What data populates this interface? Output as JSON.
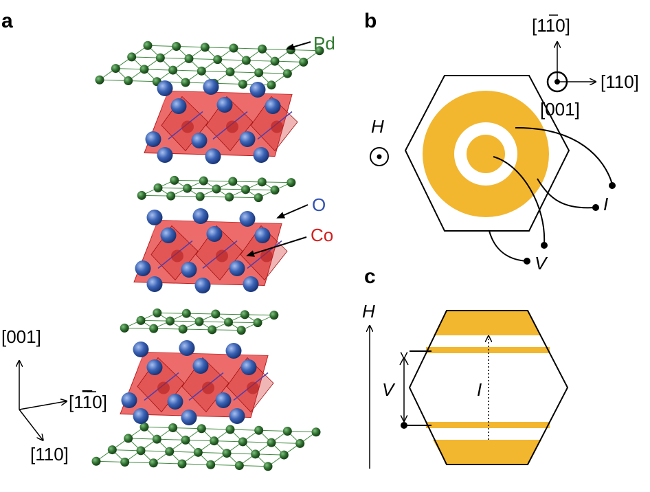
{
  "panels": {
    "a": {
      "letter": "a",
      "labels": {
        "pd": "Pd",
        "o": "O",
        "co": "Co"
      },
      "axes": {
        "up": "[001]",
        "right": "[1",
        "right_bar": "1",
        "right_end": "0]",
        "down": "[110]"
      }
    },
    "b": {
      "letter": "b",
      "field": "H",
      "current": "I",
      "voltage": "V",
      "axes": {
        "up": "[1",
        "up_bar": "1",
        "up_end": "0]",
        "right": "[110]",
        "out": "[001]"
      }
    },
    "c": {
      "letter": "c",
      "field": "H",
      "current": "I",
      "voltage": "V"
    }
  },
  "colors": {
    "pd": "#2f6e2f",
    "o": "#3b63b5",
    "co": "#d92a2a",
    "octahedron": "#e53b3b",
    "contact": "#f2b62f",
    "label_pd": "#2f7a2f",
    "label_o": "#3150b0",
    "label_co": "#d41e1e"
  }
}
